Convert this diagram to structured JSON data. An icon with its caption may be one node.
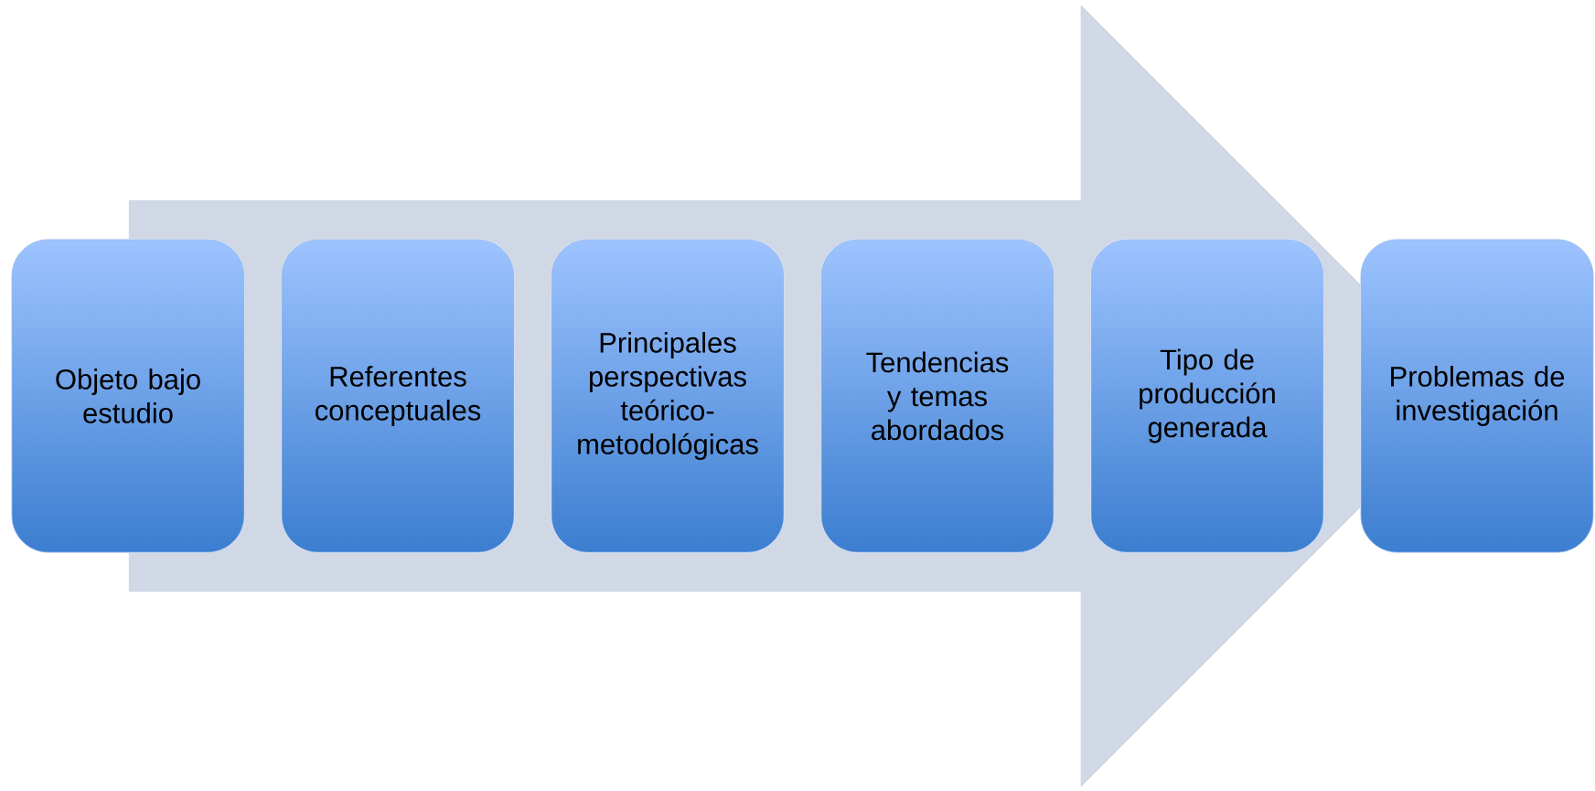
{
  "diagram": {
    "nodes": [
      {
        "text": [
          "Objeto bajo estudio"
        ]
      },
      {
        "text": [
          "Referentes conceptuales"
        ]
      },
      {
        "text": [
          "Principales perspectivas teórico-metodológicas"
        ]
      },
      {
        "text": [
          "Tendencias y temas abordados"
        ]
      },
      {
        "text": [
          "Tipo de producción generada"
        ]
      },
      {
        "text": [
          "Problemas de investigación"
        ]
      }
    ],
    "edges": [
      {
        "from": 0,
        "to": 5,
        "arrow": "to"
      }
    ]
  }
}
